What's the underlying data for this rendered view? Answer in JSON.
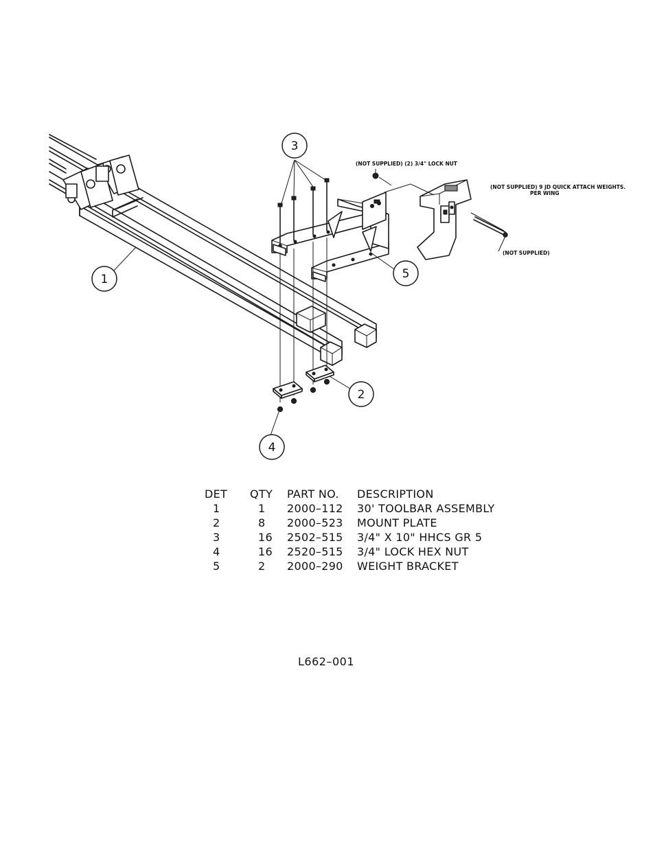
{
  "balloons": [
    {
      "label": "1"
    },
    {
      "label": "2"
    },
    {
      "label": "3"
    },
    {
      "label": "4"
    },
    {
      "label": "5"
    }
  ],
  "notes": {
    "lock_nut": "(NOT SUPPLIED) (2) 3/4\" LOCK NUT",
    "weights_line1": "(NOT SUPPLIED) 9 JD QUICK ATTACH WEIGHTS.",
    "weights_line2": "PER WING",
    "bolt": "(NOT SUPPLIED)"
  },
  "table": {
    "headers": {
      "det": "DET",
      "qty": "QTY",
      "part": "PART NO.",
      "desc": "DESCRIPTION"
    },
    "rows": [
      {
        "det": "1",
        "qty": "1",
        "part": "2000–112",
        "desc": "30' TOOLBAR ASSEMBLY"
      },
      {
        "det": "2",
        "qty": "8",
        "part": "2000–523",
        "desc": "MOUNT PLATE"
      },
      {
        "det": "3",
        "qty": "16",
        "part": "2502–515",
        "desc": "3/4\" X 10\" HHCS GR 5"
      },
      {
        "det": "4",
        "qty": "16",
        "part": "2520–515",
        "desc": "3/4\" LOCK HEX NUT"
      },
      {
        "det": "5",
        "qty": "2",
        "part": "2000–290",
        "desc": "WEIGHT BRACKET"
      }
    ]
  },
  "drawing_number": "L662–001"
}
